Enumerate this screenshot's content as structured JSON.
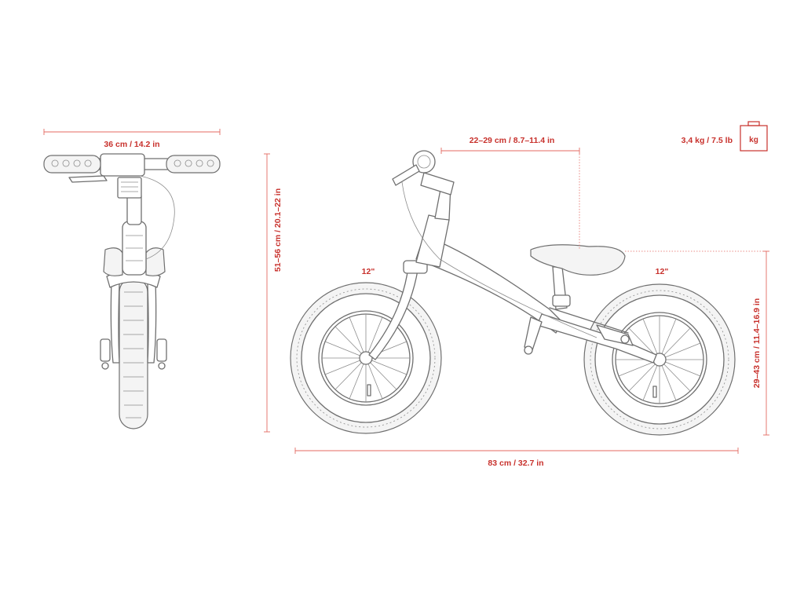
{
  "dimensions": {
    "handlebar_width": "36 cm / 14.2 in",
    "handlebar_height": "51–56 cm / 20.1–22 in",
    "seat_to_bar": "22–29 cm / 8.7–11.4 in",
    "weight": "3,4 kg / 7.5 lb",
    "weight_unit": "kg",
    "front_wheel": "12\"",
    "rear_wheel": "12\"",
    "seat_height": "29–43 cm / 11.4–16.9 in",
    "length": "83 cm / 32.7 in"
  },
  "colors": {
    "annotation": "#c8312c",
    "drawing": "#6f6f6f"
  }
}
